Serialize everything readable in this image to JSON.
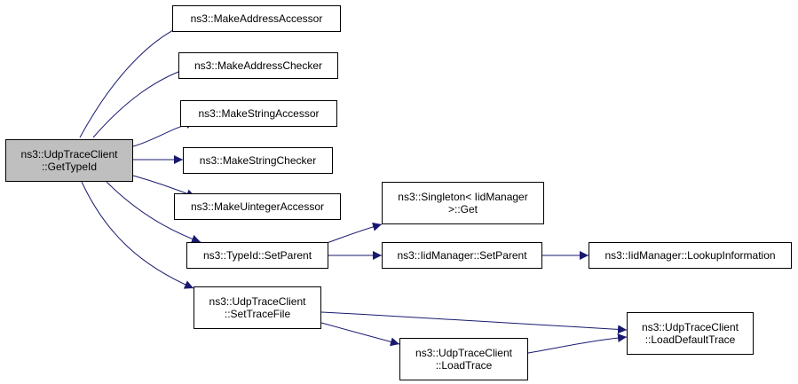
{
  "colors": {
    "edge": "#191970",
    "node_border": "#000000",
    "node_fill": "#ffffff",
    "root_fill": "#bfbfbf"
  },
  "nodes": {
    "root": {
      "line1": "ns3::UdpTraceClient",
      "line2": "::GetTypeId"
    },
    "make_address_accessor": {
      "label": "ns3::MakeAddressAccessor"
    },
    "make_address_checker": {
      "label": "ns3::MakeAddressChecker"
    },
    "make_string_accessor": {
      "label": "ns3::MakeStringAccessor"
    },
    "make_string_checker": {
      "label": "ns3::MakeStringChecker"
    },
    "make_uinteger_accessor": {
      "label": "ns3::MakeUintegerAccessor"
    },
    "typeid_set_parent": {
      "label": "ns3::TypeId::SetParent"
    },
    "set_trace_file": {
      "line1": "ns3::UdpTraceClient",
      "line2": "::SetTraceFile"
    },
    "singleton_get": {
      "line1": "ns3::Singleton< IidManager",
      "line2": ">::Get"
    },
    "iidmanager_set_parent": {
      "label": "ns3::IidManager::SetParent"
    },
    "lookup_information": {
      "label": "ns3::IidManager::LookupInformation"
    },
    "load_trace": {
      "line1": "ns3::UdpTraceClient",
      "line2": "::LoadTrace"
    },
    "load_default_trace": {
      "line1": "ns3::UdpTraceClient",
      "line2": "::LoadDefaultTrace"
    }
  }
}
